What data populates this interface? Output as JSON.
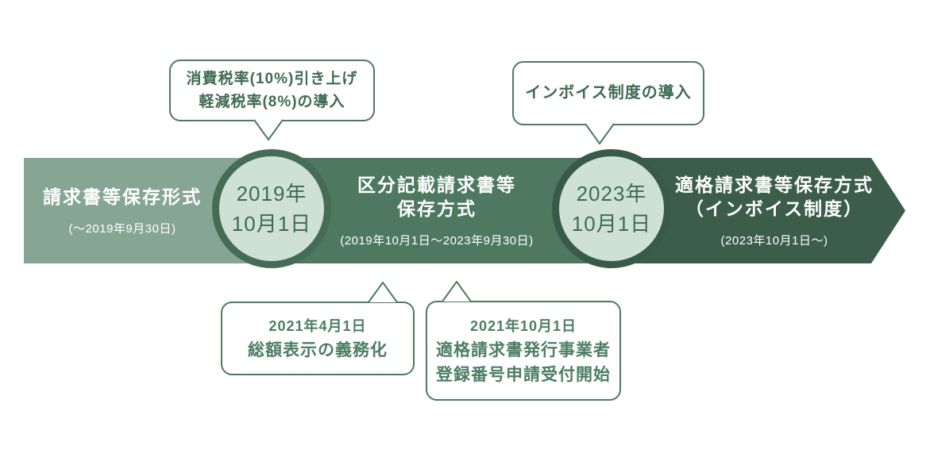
{
  "colors": {
    "seg1-bg": "#87A595",
    "seg2-bg": "#4E7960",
    "seg3-bg": "#3B5D4A",
    "circle-fill": "#CFE1D5",
    "ring-2019": "#456D55",
    "ring-2023": "#3A5A49",
    "circle-text": "#3E6B52",
    "band-text": "#FFFFFF",
    "callout-border": "#4C7B61",
    "callout-text": "#3E6B51",
    "callout-text-light": "#4C7E63"
  },
  "timeline": {
    "segments": [
      {
        "title1": "請求書等保存形式",
        "title2": "",
        "period": "(～2019年9月30日)"
      },
      {
        "title1": "区分記載請求書等",
        "title2": "保存方式",
        "period": "(2019年10月1日～2023年9月30日)"
      },
      {
        "title1": "適格請求書等保存方式",
        "title2": "（インボイス制度）",
        "period": "(2023年10月1日～)"
      }
    ],
    "milestones": [
      {
        "line1": "2019年",
        "line2": "10月1日"
      },
      {
        "line1": "2023年",
        "line2": "10月1日"
      }
    ]
  },
  "callouts": {
    "top_left": {
      "line1": "消費税率(10%)引き上げ",
      "line2": "軽減税率(8%)の導入"
    },
    "top_right": {
      "line1": "インボイス制度の導入"
    },
    "bottom_left": {
      "date": "2021年4月1日",
      "line1": "総額表示の義務化"
    },
    "bottom_right": {
      "date": "2021年10月1日",
      "line1": "適格請求書発行事業者",
      "line2": "登録番号申請受付開始"
    }
  }
}
